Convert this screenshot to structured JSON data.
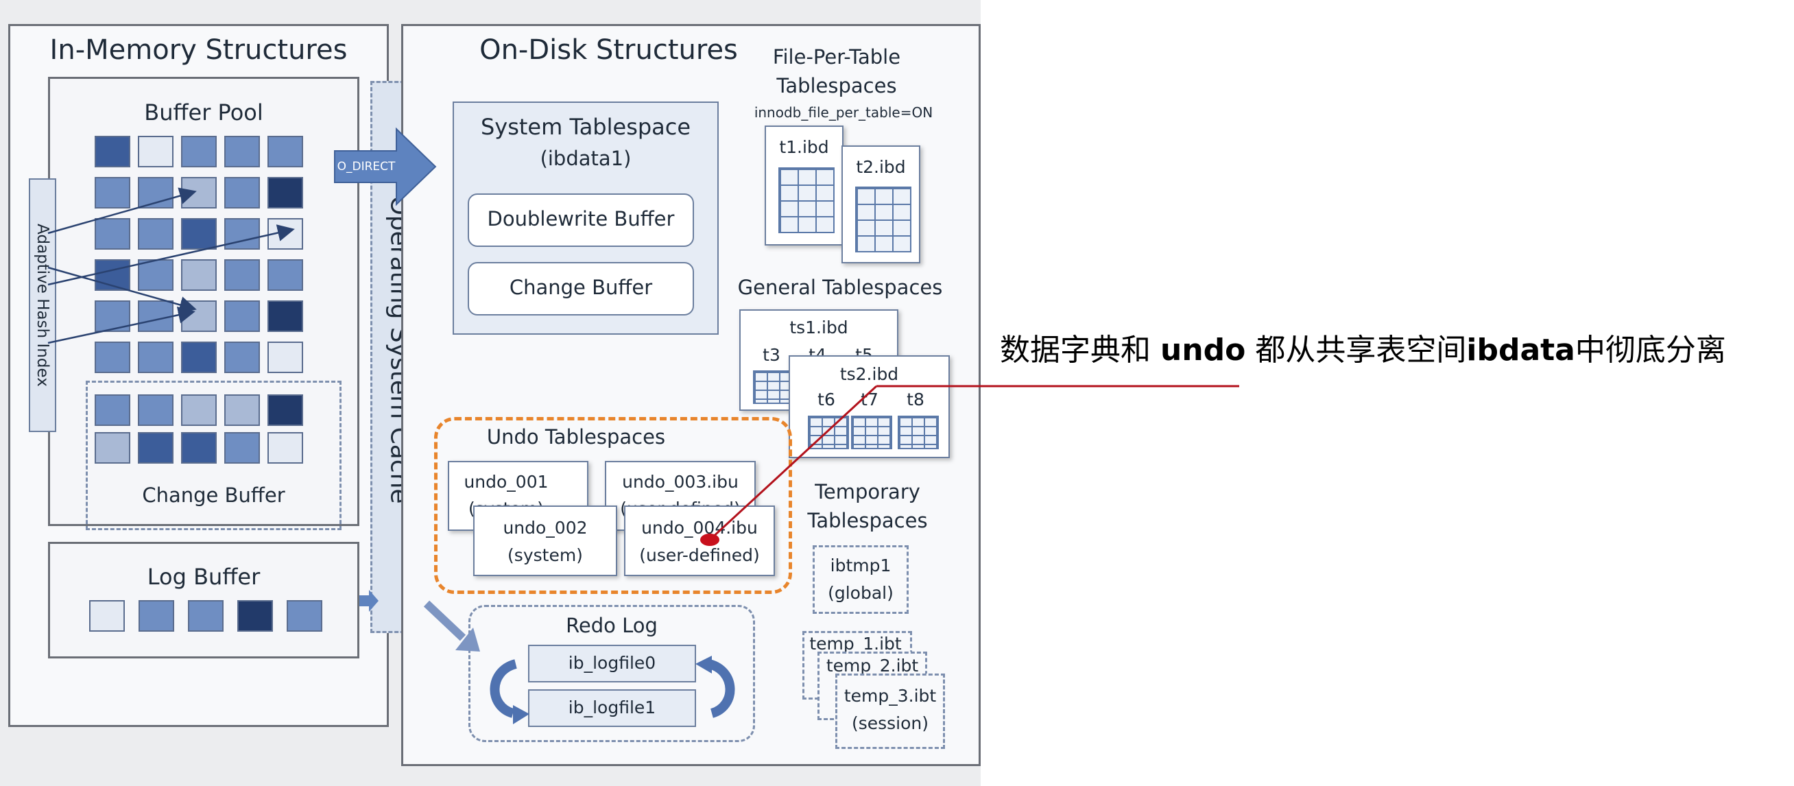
{
  "in_memory": {
    "title": "In-Memory Structures",
    "buffer_pool": "Buffer Pool",
    "adaptive_hash_index": "Adaptive Hash Index",
    "change_buffer": "Change Buffer",
    "log_buffer": "Log Buffer"
  },
  "os_cache": {
    "label": "Operating System Cache",
    "o_direct": "O_DIRECT"
  },
  "on_disk": {
    "title": "On-Disk Structures",
    "system_tablespace": {
      "title": "System Tablespace",
      "subtitle": "(ibdata1)",
      "doublewrite": "Doublewrite Buffer",
      "change_buffer": "Change Buffer"
    },
    "file_per_table": {
      "title_line1": "File-Per-Table",
      "title_line2": "Tablespaces",
      "setting": "innodb_file_per_table=ON",
      "files": [
        "t1.ibd",
        "t2.ibd"
      ]
    },
    "general": {
      "title": "General Tablespaces",
      "ts1": "ts1.ibd",
      "ts1_tables": [
        "t3",
        "t4",
        "t5"
      ],
      "ts2": "ts2.ibd",
      "ts2_tables": [
        "t6",
        "t7",
        "t8"
      ]
    },
    "undo": {
      "title": "Undo Tablespaces",
      "u1": "undo_001",
      "u1_sub": "(system)",
      "u3": "undo_003.ibu",
      "u3_sub": "(user-defined)",
      "u2": "undo_002",
      "u2_sub": "(system)",
      "u4": "undo_004.ibu",
      "u4_sub": "(user-defined)"
    },
    "temporary": {
      "title_line1": "Temporary",
      "title_line2": "Tablespaces",
      "global_name": "ibtmp1",
      "global_sub": "(global)",
      "session_files": [
        "temp_1.ibt",
        "temp_2.ibt",
        "temp_3.ibt"
      ],
      "session_sub": "(session)"
    },
    "redo": {
      "title": "Redo Log",
      "files": [
        "ib_logfile0",
        "ib_logfile1"
      ]
    }
  },
  "annotation": {
    "part1": "数据字典和 ",
    "bold1": "undo",
    "part2": " 都从共享表空间",
    "bold2": "ibdata",
    "part3": "中彻底分离"
  },
  "colors": {
    "tile_light": "#e4eaf3",
    "tile_pale": "#a9b9d5",
    "tile_mid": "#6f8ec2",
    "tile_dark": "#3c5d9a",
    "tile_navy": "#223a6a",
    "undo_dashed_border": "#e8852c",
    "annotation_line": "#b3121c",
    "annotation_dot": "#c8101c"
  }
}
